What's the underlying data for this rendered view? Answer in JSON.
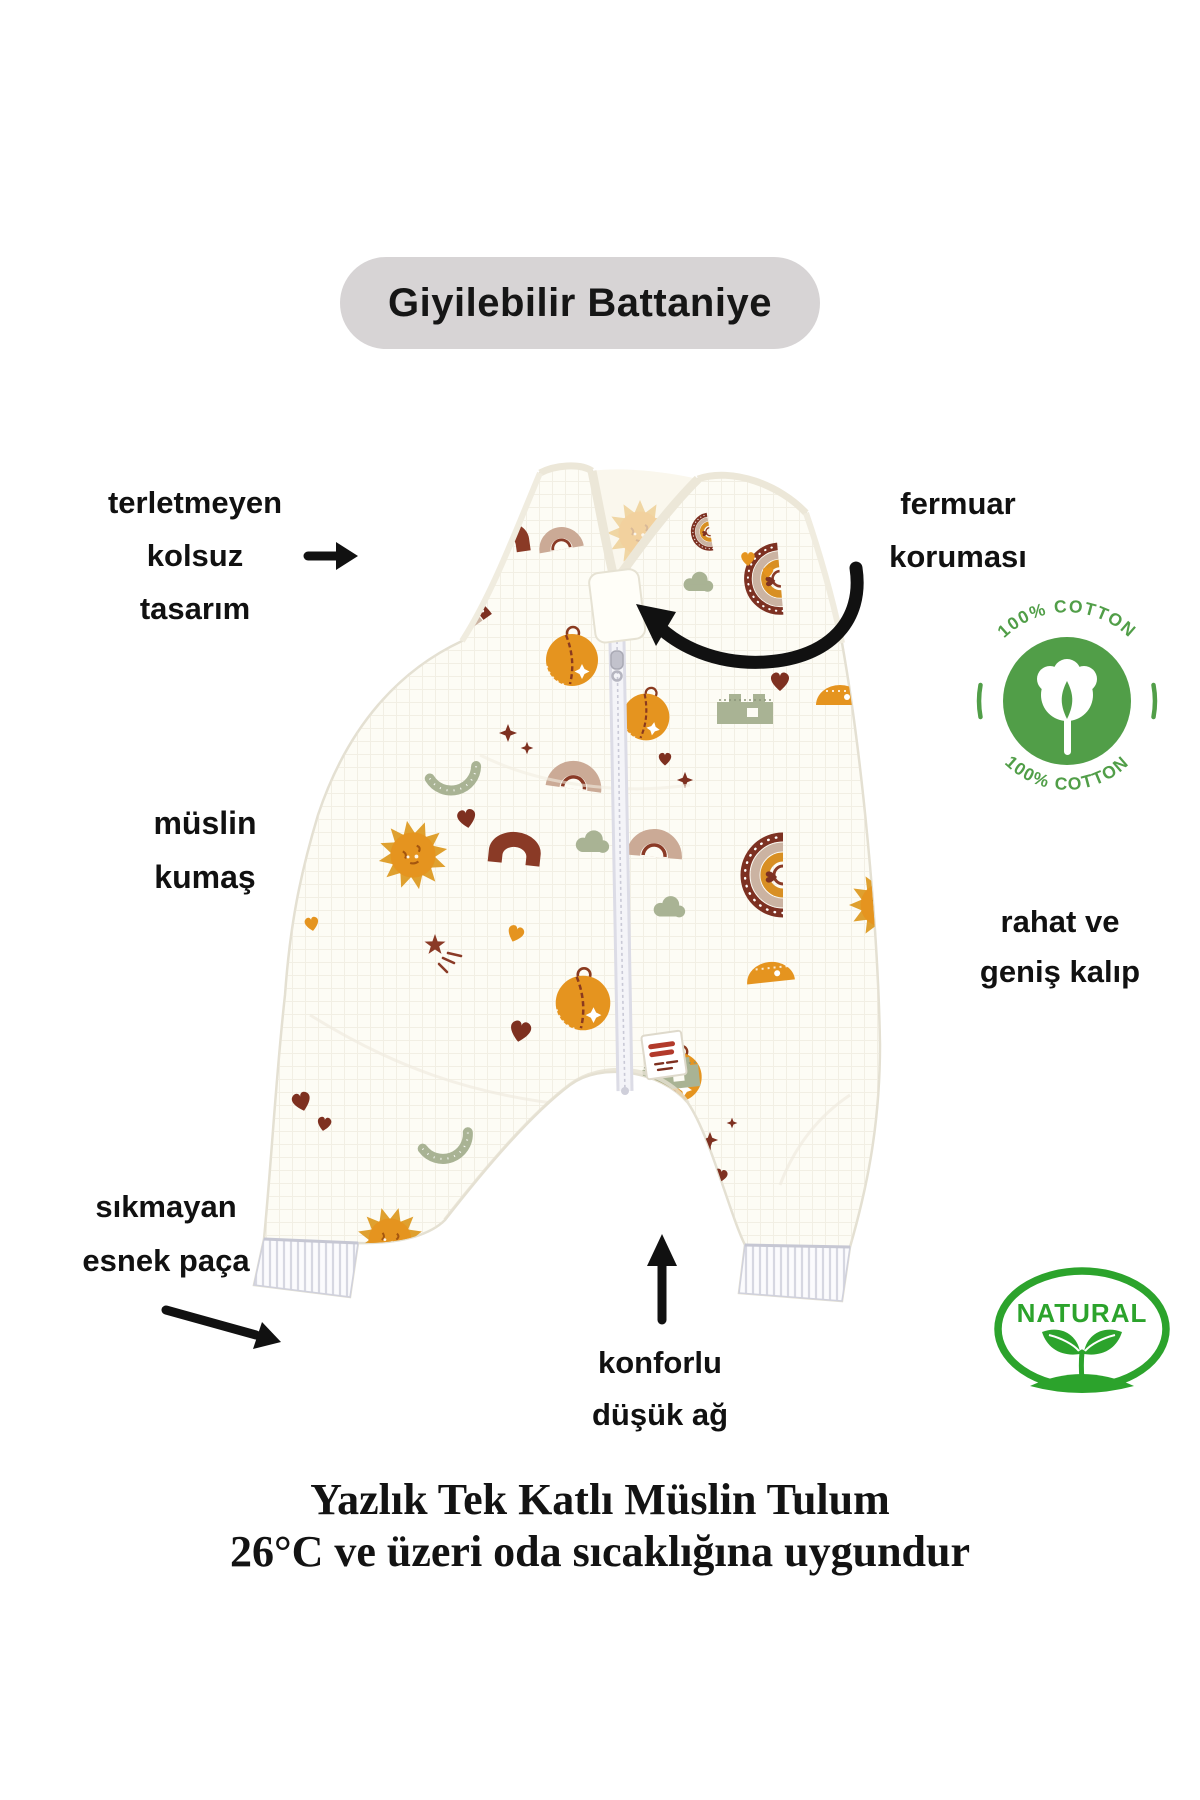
{
  "header": {
    "pill_label": "Giyilebilir Battaniye"
  },
  "annotations": {
    "sleeveless": {
      "lines": [
        "terletmeyen",
        "kolsuz",
        "tasarım"
      ]
    },
    "zipper": {
      "lines": [
        "fermuar",
        "koruması"
      ]
    },
    "fabric": {
      "lines": [
        "müslin",
        "kumaş"
      ]
    },
    "fit": {
      "lines": [
        "rahat ve",
        "geniş kalıp"
      ]
    },
    "cuff": {
      "lines": [
        "sıkmayan",
        "esnek paça"
      ]
    },
    "crotch": {
      "lines": [
        "konforlu",
        "düşük ağ"
      ]
    }
  },
  "badges": {
    "cotton": {
      "text_top": "100% COTTON",
      "text_bottom": "100% COTTON",
      "color": "#519e48"
    },
    "natural": {
      "label": "NATURAL",
      "color": "#2ca32c"
    }
  },
  "footer": {
    "line1": "Yazlık Tek Katlı Müslin Tulum",
    "line2": "26°C ve üzeri oda sıcaklığına uygundur"
  },
  "colors": {
    "pill_bg": "#d7d4d5",
    "ink": "#111111",
    "fabric": "#fdfcf5",
    "print_orange": "#e5941f",
    "print_maroon": "#7e3020",
    "print_sage": "#a9b394",
    "print_tan": "#cbaa96"
  }
}
